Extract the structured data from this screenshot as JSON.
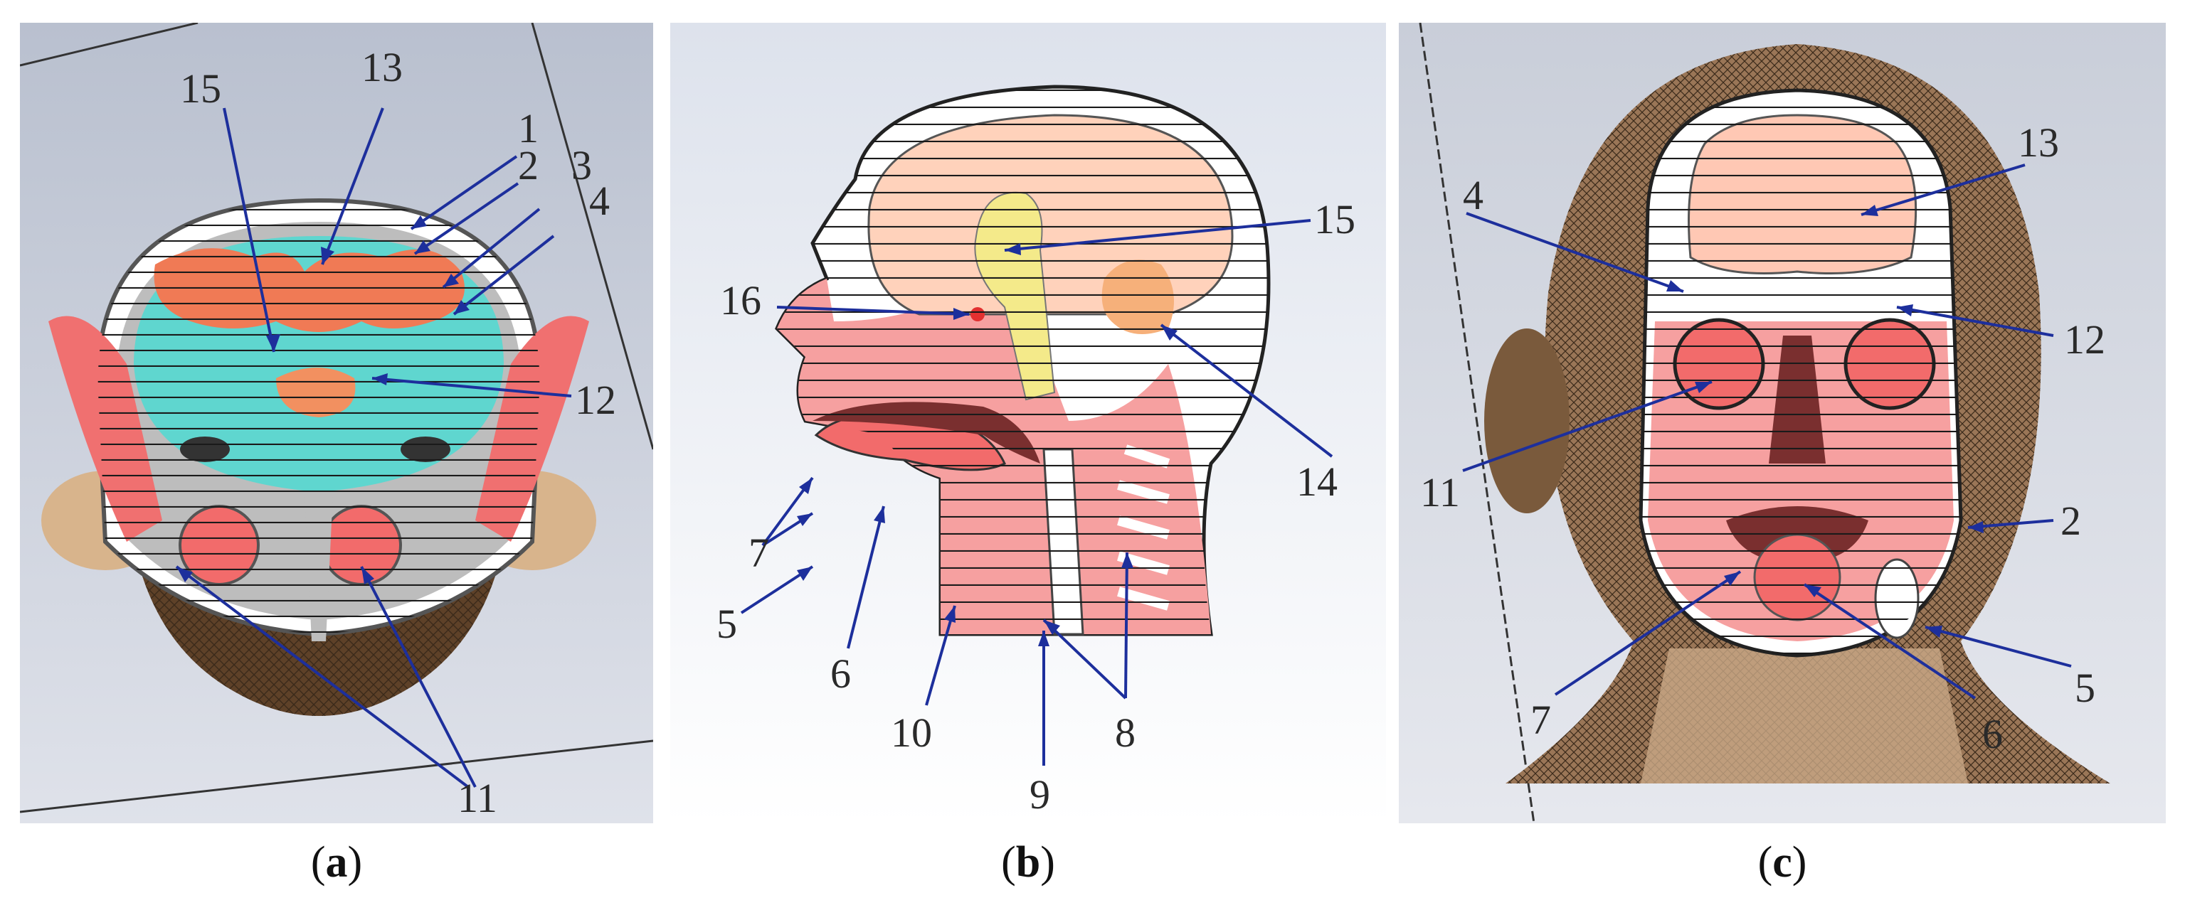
{
  "colors": {
    "background_a": "#c6ccd8",
    "background_b": "#dfe3ec",
    "background_c": "#d4d9e3",
    "skin_mesh": "#7a5a3c",
    "skin_light": "#d8b48c",
    "muscle": "#f29a9a",
    "brain_grey": "#ffc8b4",
    "csf": "#5fd6cf",
    "brain_orange": "#f07a55",
    "bone": "#b8b8b8",
    "eye": "#f26b6b",
    "yellow_ventricle": "#f4ea8a",
    "orange_structure": "#f6b07a",
    "dark_red": "#7a2f2f",
    "arrow": "#1d2f9c",
    "slice_line": "#1a1a1a"
  },
  "panels": [
    {
      "id": "a",
      "caption_open": "(",
      "caption_letter": "a",
      "caption_close": ")",
      "labels": [
        "15",
        "13",
        "1",
        "2",
        "3",
        "4",
        "12",
        "11"
      ]
    },
    {
      "id": "b",
      "caption_open": "(",
      "caption_letter": "b",
      "caption_close": ")",
      "labels": [
        "15",
        "16",
        "14",
        "7",
        "5",
        "6",
        "10",
        "9",
        "8"
      ]
    },
    {
      "id": "c",
      "caption_open": "(",
      "caption_letter": "c",
      "caption_close": ")",
      "labels": [
        "13",
        "4",
        "12",
        "11",
        "2",
        "7",
        "5",
        "6"
      ]
    }
  ]
}
